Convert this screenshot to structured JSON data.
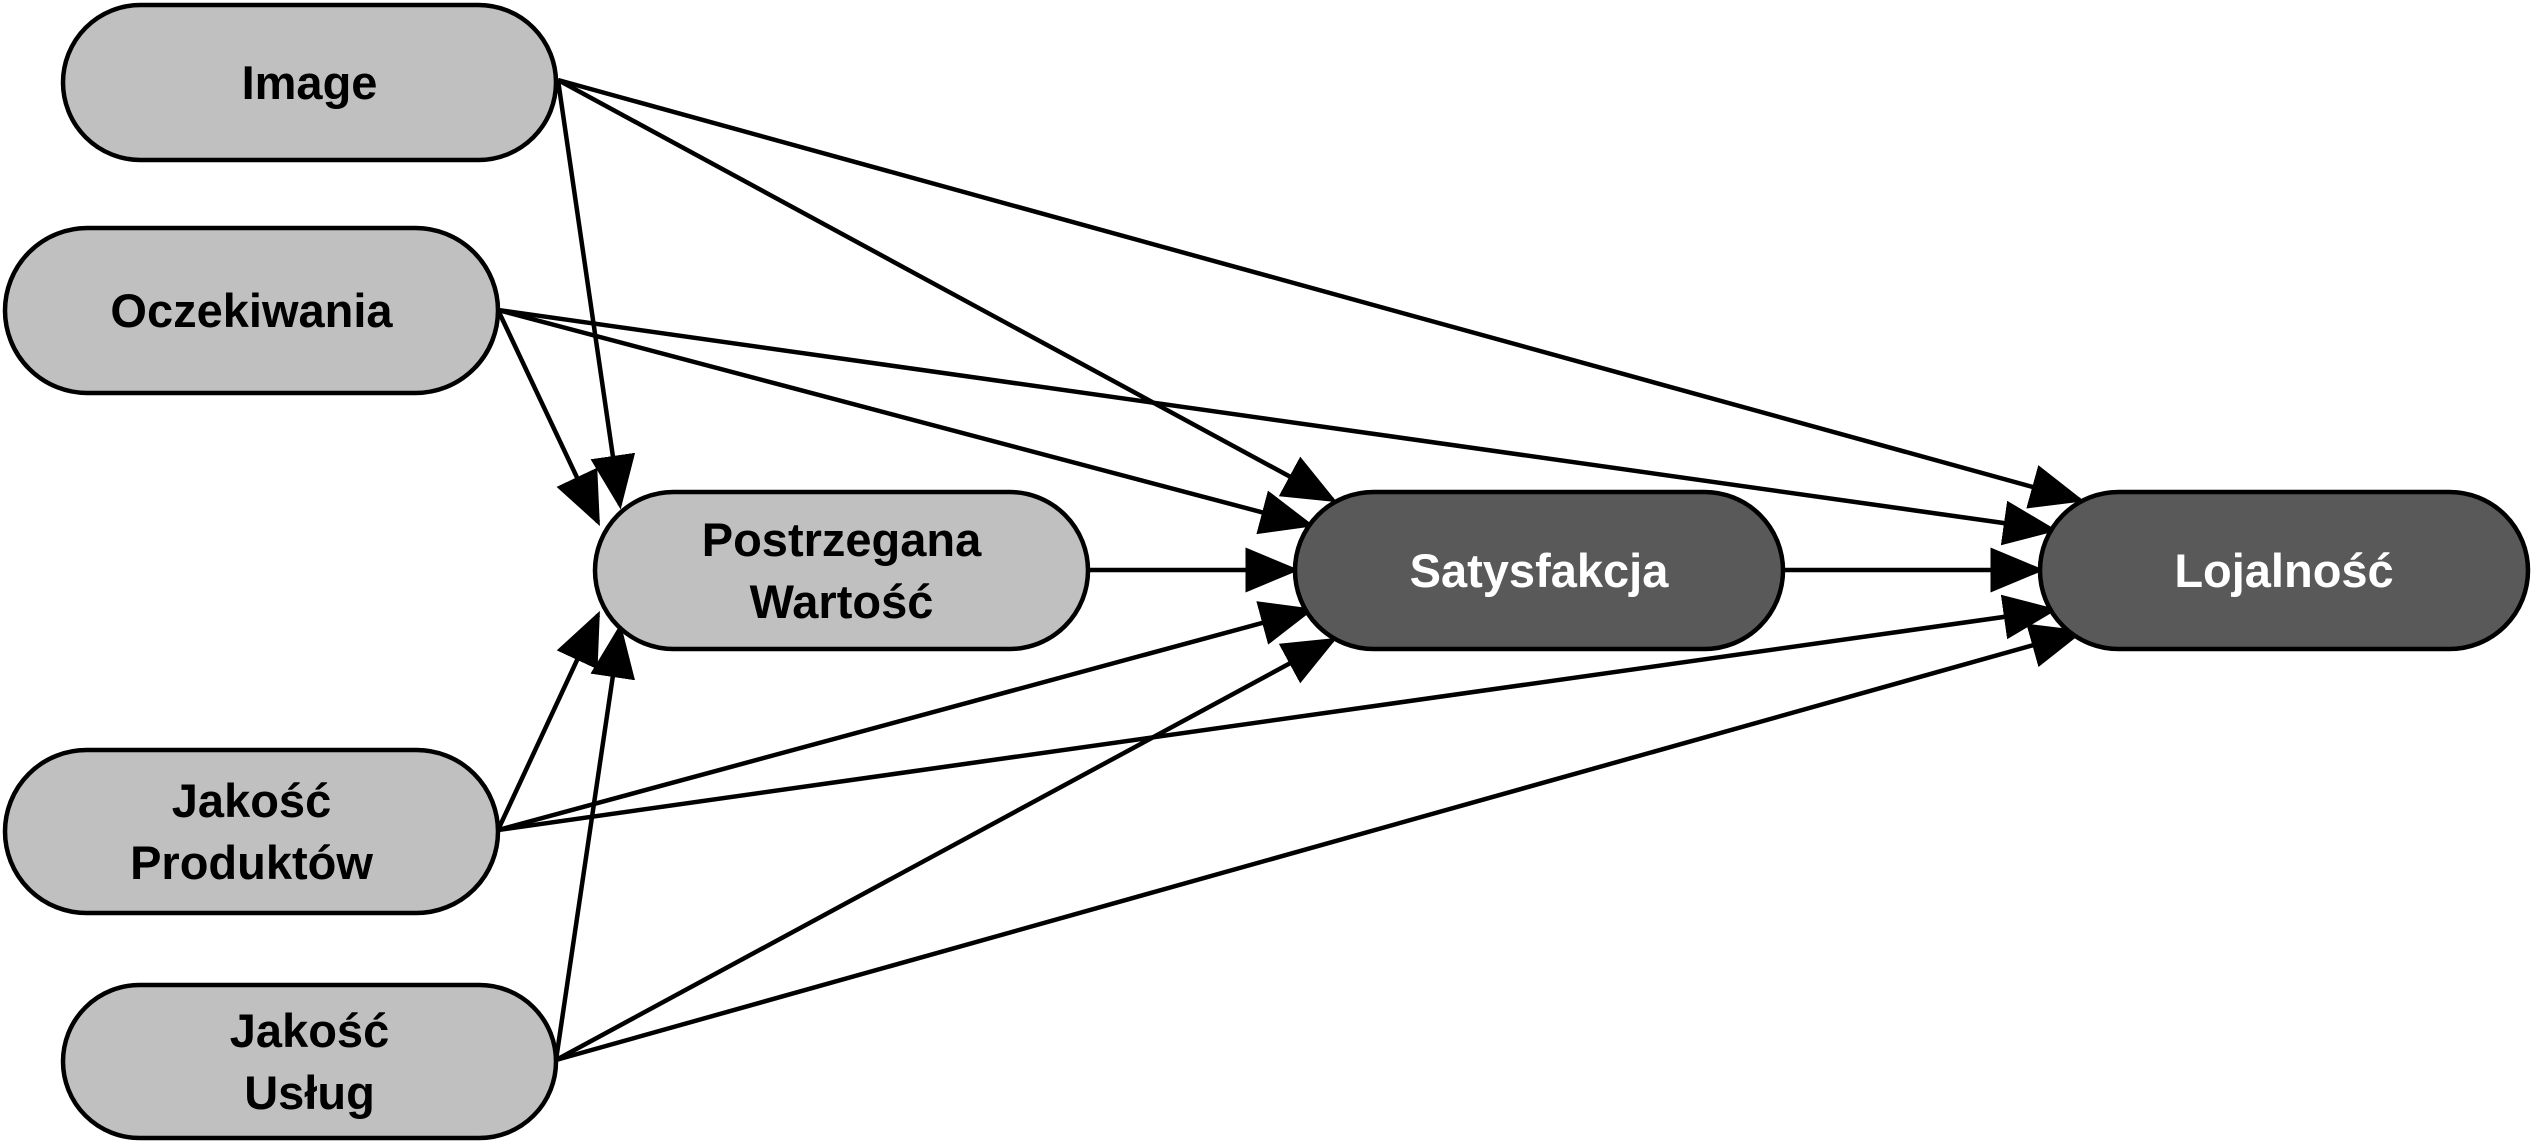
{
  "colors": {
    "source_fill": "#c0c0c0",
    "outcome_fill": "#595959",
    "source_text": "#000000",
    "outcome_text": "#ffffff",
    "stroke": "#000000",
    "background": "#ffffff"
  },
  "nodes": [
    {
      "id": "image",
      "kind": "source",
      "lines": [
        "Image"
      ]
    },
    {
      "id": "oczekiwania",
      "kind": "source",
      "lines": [
        "Oczekiwania"
      ]
    },
    {
      "id": "postrzegana-wartosc",
      "kind": "source",
      "lines": [
        "Postrzegana",
        "Wartość"
      ]
    },
    {
      "id": "jakosc-produktow",
      "kind": "source",
      "lines": [
        "Jakość",
        "Produktów"
      ]
    },
    {
      "id": "jakosc-uslug",
      "kind": "source",
      "lines": [
        "Jakość",
        "Usług"
      ]
    },
    {
      "id": "satysfakcja",
      "kind": "outcome",
      "lines": [
        "Satysfakcja"
      ]
    },
    {
      "id": "lojalnosc",
      "kind": "outcome",
      "lines": [
        "Lojalność"
      ]
    }
  ],
  "edges": [
    {
      "from": "image",
      "to": "postrzegana-wartosc"
    },
    {
      "from": "image",
      "to": "satysfakcja"
    },
    {
      "from": "image",
      "to": "lojalnosc"
    },
    {
      "from": "oczekiwania",
      "to": "postrzegana-wartosc"
    },
    {
      "from": "oczekiwania",
      "to": "satysfakcja"
    },
    {
      "from": "oczekiwania",
      "to": "lojalnosc"
    },
    {
      "from": "postrzegana-wartosc",
      "to": "satysfakcja"
    },
    {
      "from": "satysfakcja",
      "to": "lojalnosc"
    },
    {
      "from": "jakosc-produktow",
      "to": "postrzegana-wartosc"
    },
    {
      "from": "jakosc-produktow",
      "to": "satysfakcja"
    },
    {
      "from": "jakosc-produktow",
      "to": "lojalnosc"
    },
    {
      "from": "jakosc-uslug",
      "to": "postrzegana-wartosc"
    },
    {
      "from": "jakosc-uslug",
      "to": "satysfakcja"
    },
    {
      "from": "jakosc-uslug",
      "to": "lojalnosc"
    }
  ]
}
